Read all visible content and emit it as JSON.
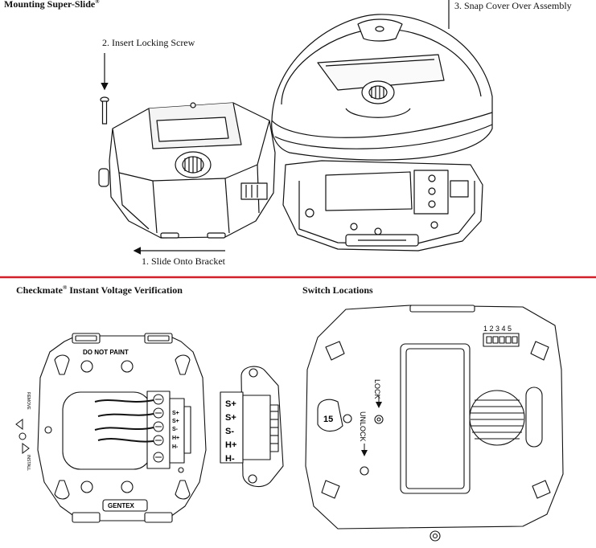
{
  "section_top": {
    "title": "Mounting Super-Slide",
    "title_mark": "®",
    "step1": "1. Slide Onto Bracket",
    "step2": "2. Insert Locking Screw",
    "step3": "3. Snap Cover Over Assembly"
  },
  "divider_color": "#d0202a",
  "section_checkmate": {
    "title": "Checkmate",
    "title_mark": "®",
    "title_rest": " Instant Voltage Verification",
    "do_not_paint": "DO NOT PAINT",
    "brand": "GENTEX",
    "remove_text": "REMOVE",
    "install_text": "INSTALL",
    "terminal_labels": [
      "S+",
      "S+",
      "S-",
      "H+",
      "H-"
    ],
    "connector_labels": [
      "S+",
      "S+",
      "S-",
      "H+",
      "H-"
    ]
  },
  "section_switch": {
    "title": "Switch Locations",
    "dip_numbers": "1 2 3 4 5",
    "lock_text": "LOCK",
    "unlock_text": "UNLOCK",
    "badge_number": "15"
  }
}
